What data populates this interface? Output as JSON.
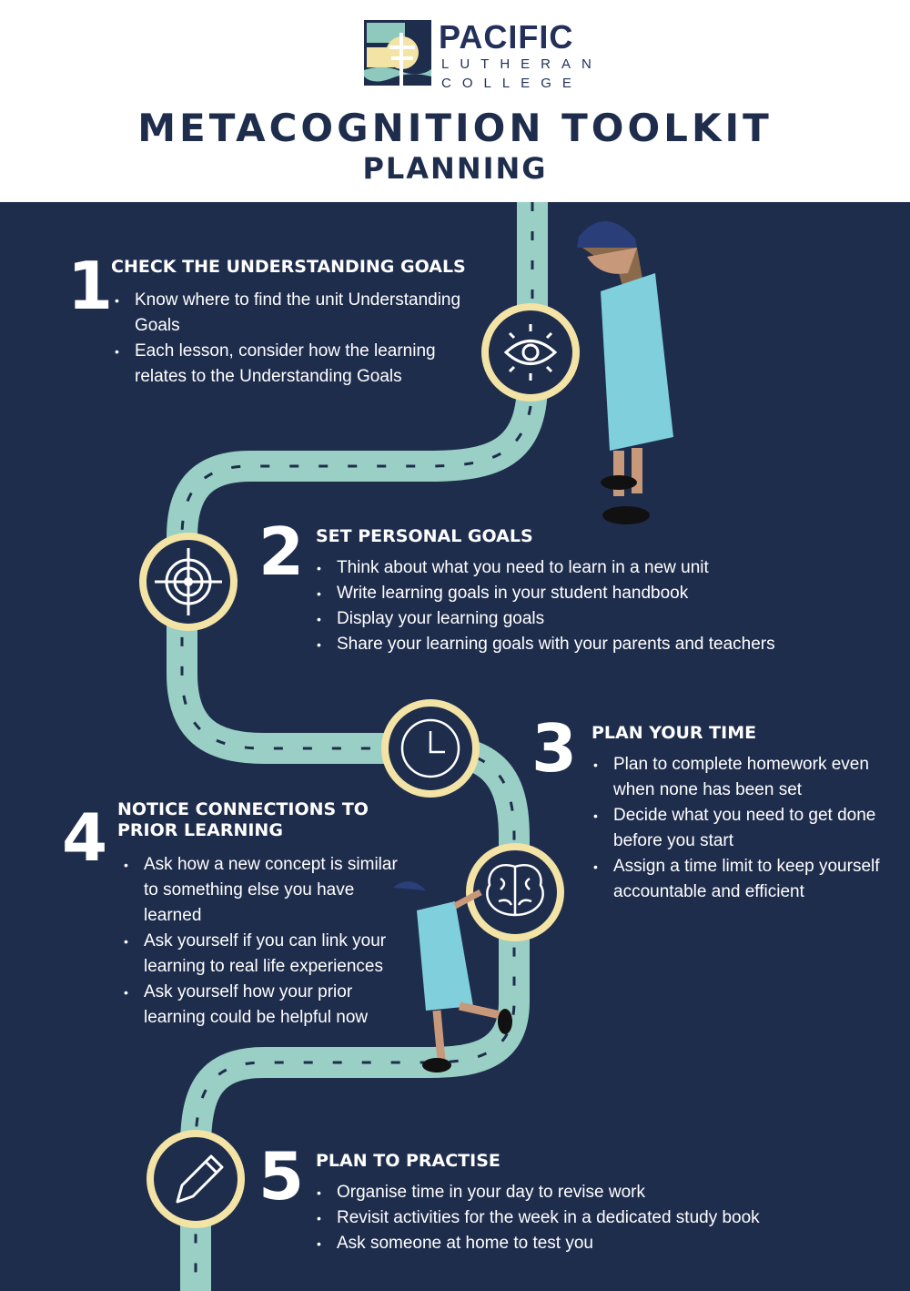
{
  "logo": {
    "line1": "PACIFIC",
    "line2": "LUTHERAN",
    "line3": "COLLEGE"
  },
  "title": "METACOGNITION TOOLKIT",
  "subtitle": "PLANNING",
  "colors": {
    "navy": "#1f2d4d",
    "road": "#99cfc4",
    "ring": "#f3e3a5"
  },
  "steps": [
    {
      "number": "1",
      "heading": "CHECK THE UNDERSTANDING GOALS",
      "icon": "eye-icon",
      "bullets": [
        "Know where to find the unit Understanding Goals",
        "Each lesson, consider how the learning relates to the Understanding Goals"
      ]
    },
    {
      "number": "2",
      "heading": "SET PERSONAL GOALS",
      "icon": "target-icon",
      "bullets": [
        "Think about what you need to learn in a new unit",
        "Write learning goals in your student handbook",
        "Display your learning goals",
        "Share your learning goals with your parents and teachers"
      ]
    },
    {
      "number": "3",
      "heading": "PLAN YOUR TIME",
      "icon": "clock-icon",
      "bullets": [
        "Plan to complete homework even when none has been set",
        "Decide what you need to get done before you start",
        "Assign a time limit to keep yourself accountable and efficient"
      ]
    },
    {
      "number": "4",
      "heading": "NOTICE CONNECTIONS TO PRIOR LEARNING",
      "icon": "brain-icon",
      "bullets": [
        "Ask how a new concept is similar to something else you have learned",
        "Ask yourself if you can link your learning to real life experiences",
        "Ask yourself how your prior learning could be helpful now"
      ]
    },
    {
      "number": "5",
      "heading": "PLAN TO PRACTISE",
      "icon": "pencil-icon",
      "bullets": [
        "Organise time in your day to revise work",
        "Revisit activities for the week in a dedicated study book",
        "Ask someone at home to test you"
      ]
    }
  ]
}
